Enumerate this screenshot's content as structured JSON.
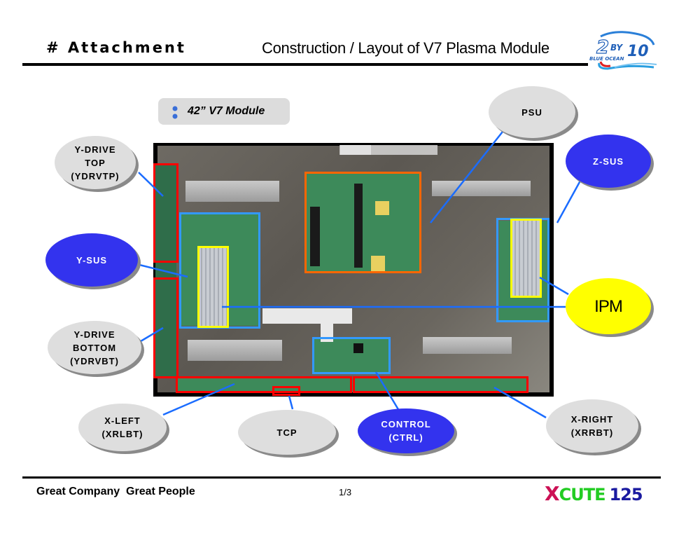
{
  "header": {
    "section_label": "# Attachment",
    "title": "Construction / Layout of V7 Plasma Module",
    "logo": {
      "line1": "2BY10",
      "line2": "BLUE OCEAN",
      "icon": "2by10-blue-ocean-logo"
    }
  },
  "subtitle": {
    "bullet_icon": "bullet-dots-icon",
    "text": "42” V7 Module"
  },
  "photo": {
    "description": "Rear view of 42-inch V7 plasma module with boards highlighted"
  },
  "highlight_colors": {
    "y_drive_and_x_boards": "#ff0000",
    "sus_and_control_boards": "#3399ff",
    "psu_board": "#ff6600",
    "ipm_heatsinks": "#ffff00"
  },
  "callouts": [
    {
      "id": "ydrvtp",
      "lines": [
        "Y-DRIVE",
        "TOP",
        "(YDRVTP)"
      ],
      "style": "gray"
    },
    {
      "id": "ysus",
      "lines": [
        "Y-SUS"
      ],
      "style": "blue"
    },
    {
      "id": "ydrvbt",
      "lines": [
        "Y-DRIVE",
        "BOTTOM",
        "(YDRVBT)"
      ],
      "style": "gray"
    },
    {
      "id": "xleft",
      "lines": [
        "X-LEFT",
        "(XRLBT)"
      ],
      "style": "gray"
    },
    {
      "id": "tcp",
      "lines": [
        "TCP"
      ],
      "style": "gray"
    },
    {
      "id": "control",
      "lines": [
        "CONTROL",
        "(CTRL)"
      ],
      "style": "blue"
    },
    {
      "id": "xright",
      "lines": [
        "X-RIGHT",
        "(XRRBT)"
      ],
      "style": "gray"
    },
    {
      "id": "psu",
      "lines": [
        "PSU"
      ],
      "style": "gray"
    },
    {
      "id": "zsus",
      "lines": [
        "Z-SUS"
      ],
      "style": "blue"
    },
    {
      "id": "ipm",
      "lines": [
        "IPM"
      ],
      "style": "yellow"
    }
  ],
  "colors": {
    "callout_blue": "#3333ee",
    "callout_gray": "#dedede",
    "callout_yellow": "#ffff00",
    "leader_line": "#1a6cff"
  },
  "footer": {
    "slogan": "Great Company  Great People",
    "page": "1/3",
    "brand": {
      "x": "X",
      "cute": "CUTE",
      "num": "125"
    },
    "brand_colors": {
      "x": "#cc1155",
      "cute": "#22cc22",
      "num": "#1a1aa0"
    }
  }
}
